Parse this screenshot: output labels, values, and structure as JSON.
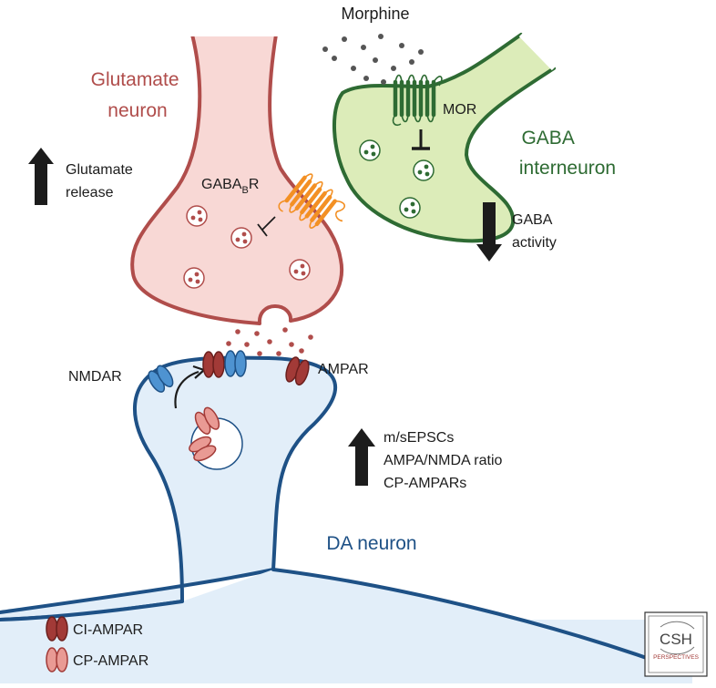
{
  "labels": {
    "morphine": "Morphine",
    "glutamate_neuron_line1": "Glutamate",
    "glutamate_neuron_line2": "neuron",
    "gaba_interneuron_line1": "GABA",
    "gaba_interneuron_line2": "interneuron",
    "mor": "MOR",
    "gabab_r_prefix": "GABA",
    "gabab_r_sub": "B",
    "gabab_r_suffix": "R",
    "glutamate_release_line1": "Glutamate",
    "glutamate_release_line2": "release",
    "gaba_activity_line1": "GABA",
    "gaba_activity_line2": "activity",
    "nmdar": "NMDAR",
    "ampar": "AMPAR",
    "effects_line1": "m/sEPSCs",
    "effects_line2": "AMPA/NMDA ratio",
    "effects_line3": "CP-AMPARs",
    "da_neuron": "DA neuron"
  },
  "legend": {
    "ci_ampar": "CI-AMPAR",
    "cp_ampar": "CP-AMPAR"
  },
  "logo": {
    "line1": "CSH",
    "line2": "PERSPECTIVES"
  },
  "colors": {
    "glutamate_fill": "#f8d8d5",
    "glutamate_stroke": "#b04d4b",
    "gaba_fill": "#dcecb9",
    "gaba_stroke": "#2e6b33",
    "da_fill": "#e2eef9",
    "da_stroke": "#1e5186",
    "ci_ampar": "#a23a37",
    "cp_ampar": "#e99a94",
    "nmdar": "#4e93d1",
    "gabab_receptor": "#f39024",
    "arrow": "#1c1c1c"
  }
}
